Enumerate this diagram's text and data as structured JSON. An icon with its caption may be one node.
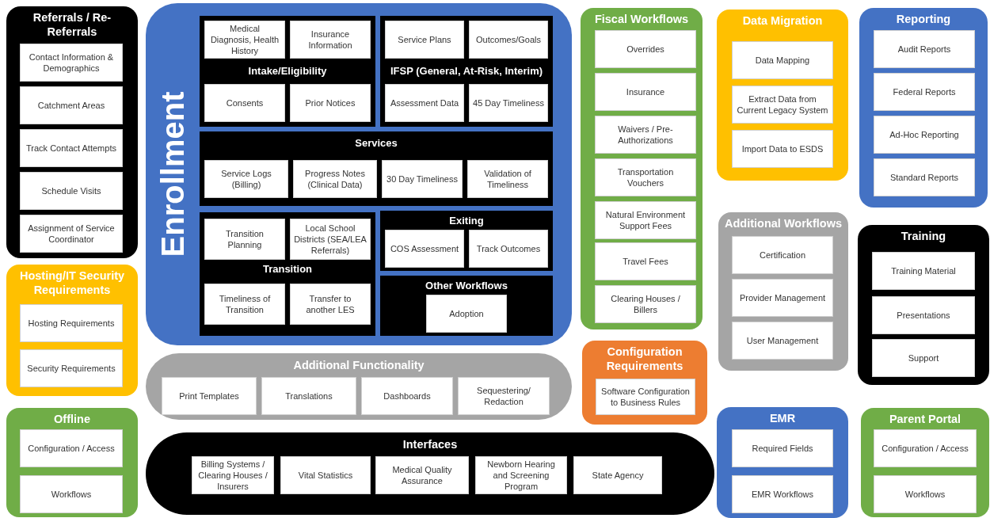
{
  "diagram": {
    "nodes": [
      {
        "text": [
          "Referrals / Re-Referrals"
        ]
      },
      {
        "text": [
          "Contact Information & Demographics"
        ],
        "in": 0
      },
      {
        "text": [
          "Catchment Areas"
        ],
        "in": 0
      },
      {
        "text": [
          "Track Contact Attempts"
        ],
        "in": 0
      },
      {
        "text": [
          "Schedule Visits"
        ],
        "in": 0
      },
      {
        "text": [
          "Assignment of Service Coordinator"
        ],
        "in": 0
      },
      {
        "text": [
          "Enrollment"
        ]
      },
      {
        "text": [
          "Intake/Eligibility"
        ],
        "in": 6
      },
      {
        "text": [
          "Medical Diagnosis, Health History"
        ],
        "in": 7
      },
      {
        "text": [
          "Insurance Information"
        ],
        "in": 7
      },
      {
        "text": [
          "Consents"
        ],
        "in": 7
      },
      {
        "text": [
          "Prior Notices"
        ],
        "in": 7
      },
      {
        "text": [
          "IFSP (General, At-Risk, Interim)"
        ],
        "in": 6
      },
      {
        "text": [
          "Service Plans"
        ],
        "in": 12
      },
      {
        "text": [
          "Outcomes/Goals"
        ],
        "in": 12
      },
      {
        "text": [
          "Assessment Data"
        ],
        "in": 12
      },
      {
        "text": [
          "45 Day Timeliness"
        ],
        "in": 12
      },
      {
        "text": [
          "Services"
        ],
        "in": 6
      },
      {
        "text": [
          "Service Logs (Billing)"
        ],
        "in": 17
      },
      {
        "text": [
          "Progress Notes (Clinical Data)"
        ],
        "in": 17
      },
      {
        "text": [
          "30 Day Timeliness"
        ],
        "in": 17
      },
      {
        "text": [
          "Validation of Timeliness"
        ],
        "in": 17
      },
      {
        "text": [
          "Transition"
        ],
        "in": 6
      },
      {
        "text": [
          "Transition Planning"
        ],
        "in": 22
      },
      {
        "text": [
          "Local School Districts (SEA/LEA Referrals)"
        ],
        "in": 22
      },
      {
        "text": [
          "Timeliness of Transition"
        ],
        "in": 22
      },
      {
        "text": [
          "Transfer to another LES"
        ],
        "in": 22
      },
      {
        "text": [
          "Exiting"
        ],
        "in": 6
      },
      {
        "text": [
          "COS Assessment"
        ],
        "in": 27
      },
      {
        "text": [
          "Track Outcomes"
        ],
        "in": 27
      },
      {
        "text": [
          "Other Workflows"
        ],
        "in": 6
      },
      {
        "text": [
          "Adoption"
        ],
        "in": 30
      },
      {
        "text": [
          "Additional Functionality"
        ]
      },
      {
        "text": [
          "Print Templates"
        ],
        "in": 32
      },
      {
        "text": [
          "Translations"
        ],
        "in": 32
      },
      {
        "text": [
          "Dashboards"
        ],
        "in": 32
      },
      {
        "text": [
          "Sequestering/ Redaction"
        ],
        "in": 32
      },
      {
        "text": [
          "Interfaces"
        ]
      },
      {
        "text": [
          "Billing Systems / Clearing Houses / Insurers"
        ],
        "in": 37
      },
      {
        "text": [
          "Vital Statistics"
        ],
        "in": 37
      },
      {
        "text": [
          "Medical Quality Assurance"
        ],
        "in": 37
      },
      {
        "text": [
          "Newborn Hearing and Screening Program"
        ],
        "in": 37
      },
      {
        "text": [
          "State Agency"
        ],
        "in": 37
      },
      {
        "text": [
          "Hosting/IT Security Requirements"
        ]
      },
      {
        "text": [
          "Hosting Requirements"
        ],
        "in": 43
      },
      {
        "text": [
          "Security Requirements"
        ],
        "in": 43
      },
      {
        "text": [
          "Offline"
        ]
      },
      {
        "text": [
          "Configuration / Access"
        ],
        "in": 46
      },
      {
        "text": [
          "Workflows"
        ],
        "in": 46
      },
      {
        "text": [
          "Fiscal Workflows"
        ]
      },
      {
        "text": [
          "Overrides"
        ],
        "in": 49
      },
      {
        "text": [
          "Insurance"
        ],
        "in": 49
      },
      {
        "text": [
          "Waivers / Pre-Authorizations"
        ],
        "in": 49
      },
      {
        "text": [
          "Transportation Vouchers"
        ],
        "in": 49
      },
      {
        "text": [
          "Natural Environment Support Fees"
        ],
        "in": 49
      },
      {
        "text": [
          "Travel Fees"
        ],
        "in": 49
      },
      {
        "text": [
          "Clearing Houses / Billers"
        ],
        "in": 49
      },
      {
        "text": [
          "Configuration Requirements"
        ]
      },
      {
        "text": [
          "Software Configuration to Business Rules"
        ],
        "in": 57
      },
      {
        "text": [
          "Data Migration"
        ]
      },
      {
        "text": [
          "Data Mapping"
        ],
        "in": 59
      },
      {
        "text": [
          "Extract Data from Current Legacy System"
        ],
        "in": 59
      },
      {
        "text": [
          "Import Data to ESDS"
        ],
        "in": 59
      },
      {
        "text": [
          "Additional Workflows"
        ]
      },
      {
        "text": [
          "Certification"
        ],
        "in": 63
      },
      {
        "text": [
          "Provider Management"
        ],
        "in": 63
      },
      {
        "text": [
          "User Management"
        ],
        "in": 63
      },
      {
        "text": [
          "EMR"
        ]
      },
      {
        "text": [
          "Required Fields"
        ],
        "in": 67
      },
      {
        "text": [
          "EMR Workflows"
        ],
        "in": 67
      },
      {
        "text": [
          "Reporting"
        ]
      },
      {
        "text": [
          "Audit Reports"
        ],
        "in": 70
      },
      {
        "text": [
          "Federal Reports"
        ],
        "in": 70
      },
      {
        "text": [
          "Ad-Hoc Reporting"
        ],
        "in": 70
      },
      {
        "text": [
          "Standard Reports"
        ],
        "in": 70
      },
      {
        "text": [
          "Training"
        ]
      },
      {
        "text": [
          "Training Material"
        ],
        "in": 75
      },
      {
        "text": [
          "Presentations"
        ],
        "in": 75
      },
      {
        "text": [
          "Support"
        ],
        "in": 75
      },
      {
        "text": [
          "Parent Portal"
        ]
      },
      {
        "text": [
          "Configuration / Access"
        ],
        "in": 79
      },
      {
        "text": [
          "Workflows"
        ],
        "in": 79
      }
    ]
  }
}
